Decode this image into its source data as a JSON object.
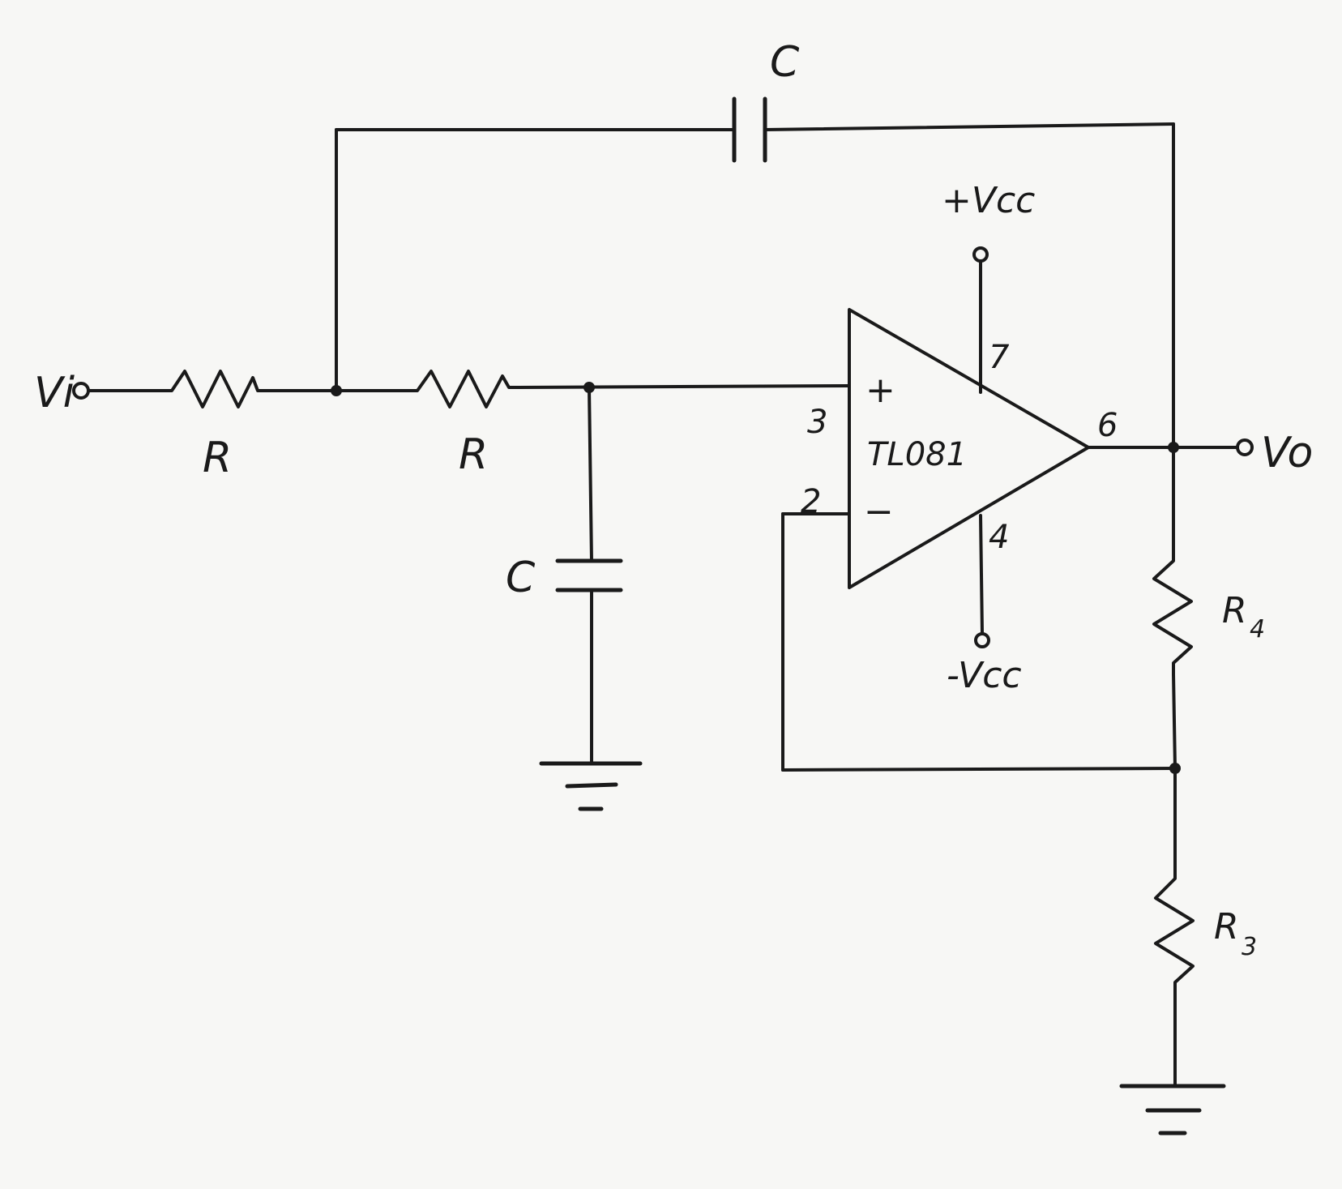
{
  "diagram": {
    "input_label": "Vi",
    "output_label": "Vo",
    "opamp_label": "TL081",
    "resistor_1_label": "R",
    "resistor_2_label": "R",
    "capacitor_feedback_label": "C",
    "capacitor_ground_label": "C",
    "resistor_r4_letter": "R",
    "resistor_r4_sub": "4",
    "resistor_r3_letter": "R",
    "resistor_r3_sub": "3",
    "pin_plus_input": "3",
    "pin_minus_input": "2",
    "pin_output": "6",
    "pin_vcc_pos": "7",
    "pin_vcc_neg": "4",
    "vcc_pos_label": "+Vcc",
    "vcc_neg_label": "-Vcc",
    "plus_sign": "+",
    "minus_sign": "−"
  }
}
